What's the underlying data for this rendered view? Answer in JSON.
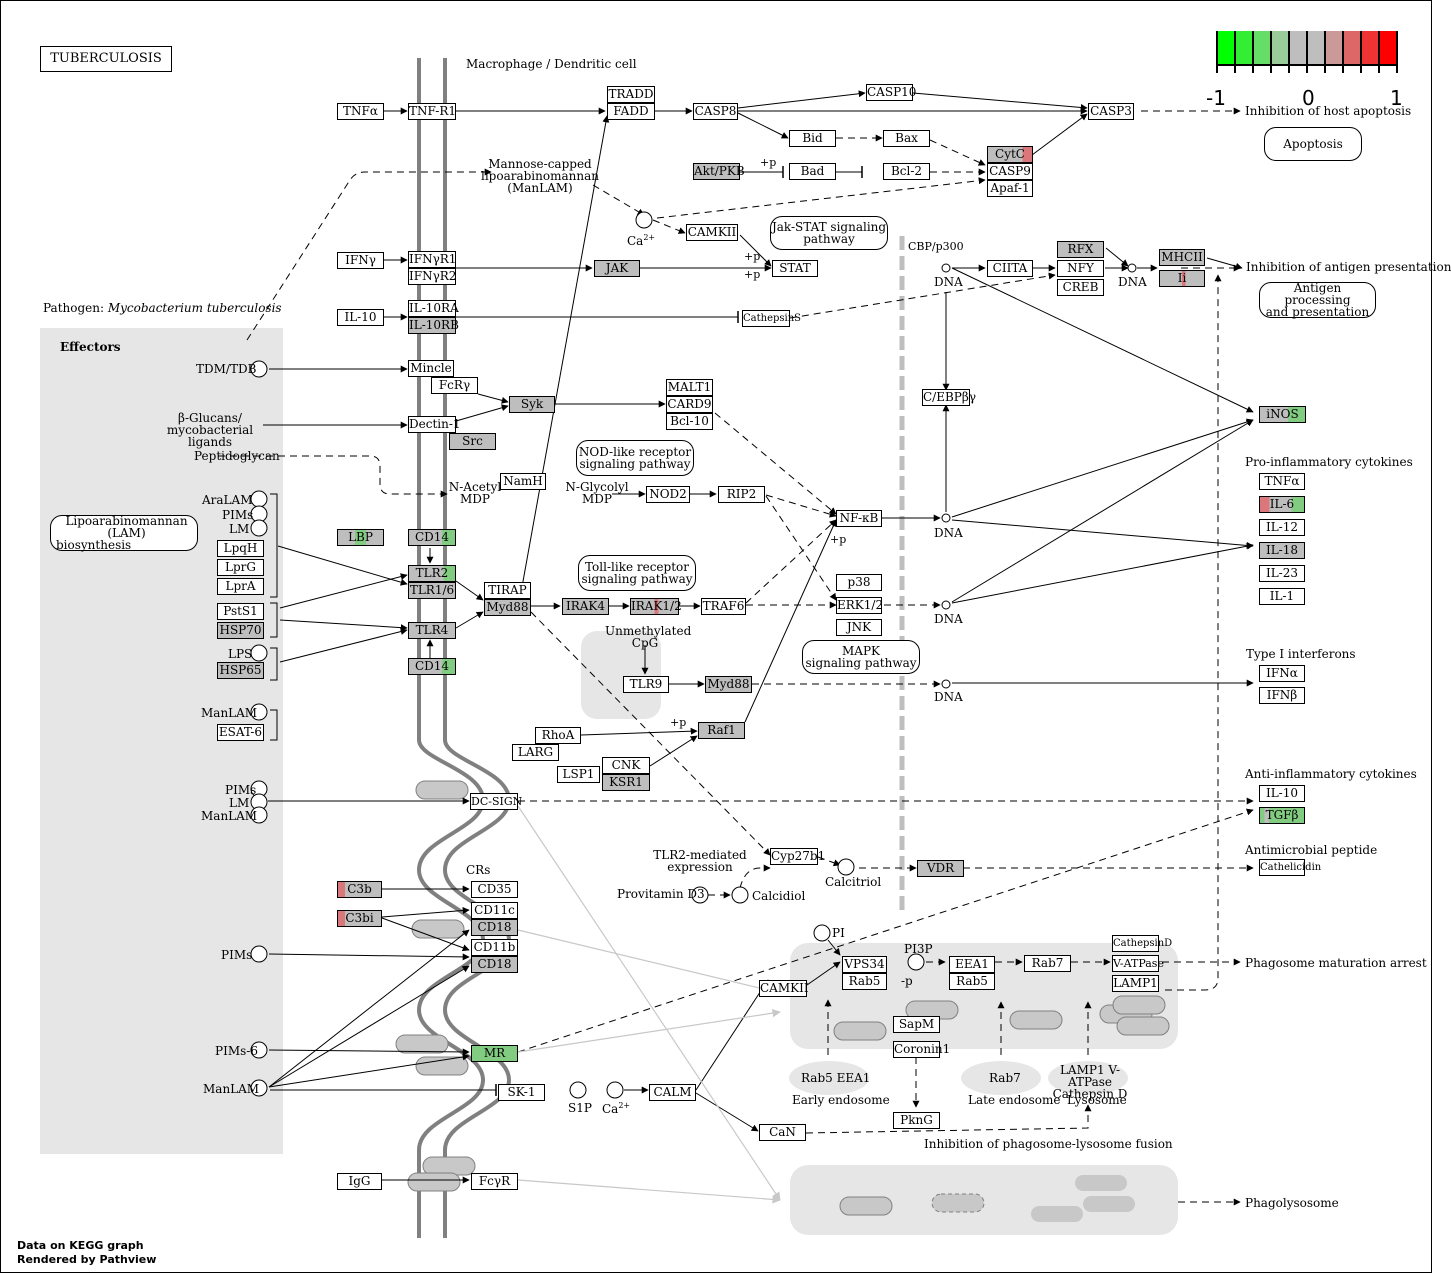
{
  "title": "TUBERCULOSIS",
  "footer": {
    "line1": "Data on KEGG graph",
    "line2": "Rendered by Pathview"
  },
  "legend": {
    "min": "-1",
    "mid": "0",
    "max": "1",
    "colors": [
      "#00ff00",
      "#33ee33",
      "#66dd66",
      "#99cc99",
      "#bebebe",
      "#bebebe",
      "#cc9999",
      "#dd6666",
      "#ee3333",
      "#ff0000"
    ]
  },
  "colors": {
    "gray": "#bebebe",
    "up": "#d9777b",
    "down": "#82cc82",
    "panel": "#e6e6e6",
    "membrane": "#808080"
  },
  "labels": {
    "macrophage": "Macrophage / Dendritic cell",
    "pathogen": "Pathogen: ",
    "pathogen_species": "Mycobacterium tuberculosis",
    "effectors": "Effectors",
    "tdm": "TDM/TDB",
    "glucans_1": "β-Glucans/",
    "glucans_2": "mycobacterial ligands",
    "peptidoglycan": "Peptidoglycan",
    "aralam": "AraLAM",
    "pims1": "PIMs",
    "lm1": "LM",
    "lps": "LPS",
    "manlam1": "ManLAM",
    "pims2": "PIMs",
    "lm2": "LM",
    "manlam2": "ManLAM",
    "pims3": "PIMs",
    "pims6": "PIMs-6",
    "manlam3": "ManLAM",
    "mannose_1": "Mannose-capped",
    "mannose_2": "lipoarabinomannan",
    "mannose_3": "(ManLAM)",
    "ca": "Ca",
    "ca_sup": "2+",
    "ca2": "Ca",
    "nacetyl_1": "N-Acetyl",
    "nacetyl_2": "MDP",
    "nglycolyl_1": "N-Glycolyl",
    "nglycolyl_2": "MDP",
    "unmeth_1": "Unmethylated",
    "unmeth_2": "CpG",
    "dna1": "DNA",
    "dna2": "DNA",
    "dna3": "DNA",
    "dna4": "DNA",
    "dna5": "DNA",
    "dna6": "DNA",
    "crs": "CRs",
    "tlr2_1": "TLR2-mediated",
    "tlr2_2": "expression",
    "provitamin": "Provitamin D3",
    "calcidiol": "Calcidiol",
    "calcitriol": "Calcitriol",
    "pi": "PI",
    "pi3p": "PI3P",
    "minus_p": "-p",
    "plus_p1": "+p",
    "plus_p2": "+p",
    "plus_p3": "+p",
    "plus_p4": "+p",
    "plus_p5": "+p",
    "s1p": "S1P",
    "early_endo": "Early endosome",
    "late_endo": "Late endosome",
    "lysosome": "Lysosome",
    "rab5_eea1": "Rab5  EEA1",
    "rab7": "Rab7",
    "lamp1_1": "LAMP1 V-ATPase",
    "lamp1_2": "Cathepsin D",
    "inhib_fusion": "Inhibition of phagosome-lysosome fusion",
    "inhib_apoptosis": "Inhibition of host apoptosis",
    "inhib_antigen": "Inhibition of antigen presentation",
    "proinflam": "Pro-inflammatory cytokines",
    "type1": "Type I interferons",
    "antiinflam": "Anti-inflammatory cytokines",
    "antimicro": "Antimicrobial peptide",
    "phago_arrest": "Phagosome maturation arrest",
    "phagolysosome": "Phagolysosome"
  },
  "pathways": {
    "apoptosis": "Apoptosis",
    "jakstat_1": "Jak-STAT signaling",
    "jakstat_2": "pathway",
    "antigen_1": "Antigen processing",
    "antigen_2": "and presentation",
    "lam_1": "Lipoarabinomannan (LAM)",
    "lam_2": "biosynthesis",
    "nod_1": "NOD-like receptor",
    "nod_2": "signaling pathway",
    "toll_1": "Toll-like receptor",
    "toll_2": "signaling pathway",
    "mapk_1": "MAPK",
    "mapk_2": "signaling pathway"
  },
  "genes": {
    "tnfa": "TNFα",
    "tnfr1": "TNF-R1",
    "tradd": "TRADD",
    "fadd": "FADD",
    "casp8": "CASP8",
    "casp10": "CASP10",
    "casp3": "CASP3",
    "bid": "Bid",
    "bax": "Bax",
    "cytc": "CytC",
    "casp9": "CASP9",
    "apaf1": "Apaf-1",
    "akt": "Akt/PKB",
    "bad": "Bad",
    "bcl2": "Bcl-2",
    "camkii1": "CAMKII",
    "ifng": "IFNγ",
    "ifnyr1": "IFNγR1",
    "ifnyr2": "IFNγR2",
    "jak": "JAK",
    "stat": "STAT",
    "cbp": "CBP/p300",
    "ciita": "CIITA",
    "rfx": "RFX",
    "nfy": "NFY",
    "creb": "CREB",
    "mhcii": "MHCII",
    "ii": "Ii",
    "il10in": "IL-10",
    "il10ra": "IL-10RA",
    "il10rb": "IL-10RB",
    "cathepsins": "CathepsinS",
    "mincle": "Mincle",
    "fcry": "FcRγ",
    "syk": "Syk",
    "dectin": "Dectin-1",
    "src": "Src",
    "malt1": "MALT1",
    "card9": "CARD9",
    "bcl10": "Bcl-10",
    "cebp": "C/EBPβγ",
    "namh": "NamH",
    "nod2": "NOD2",
    "rip2": "RIP2",
    "nfkb": "NF-κB",
    "inos": "iNOS",
    "lbp": "LBP",
    "cd14a": "CD14",
    "tlr2": "TLR2",
    "tlr16": "TLR1/6",
    "tirap": "TIRAP",
    "myd88a": "Myd88",
    "irak4": "IRAK4",
    "irak12": "IRAK1/2",
    "traf6": "TRAF6",
    "p38": "p38",
    "erk": "ERK1/2",
    "jnk": "JNK",
    "lpqh": "LpqH",
    "lprg": "LprG",
    "lpra": "LprA",
    "psts1": "PstS1",
    "hsp70": "HSP70",
    "hsp65": "HSP65",
    "tlr4": "TLR4",
    "cd14b": "CD14",
    "tlr9": "TLR9",
    "myd88b": "Myd88",
    "esat6": "ESAT-6",
    "rhoa": "RhoA",
    "raf1": "Raf1",
    "larg": "LARG",
    "lsp1": "LSP1",
    "cnk": "CNK",
    "ksr1": "KSR1",
    "dcsign": "DC-SIGN",
    "cyp27b1": "Cyp27b1",
    "vdr": "VDR",
    "c3b": "C3b",
    "c3bi": "C3bi",
    "cd35": "CD35",
    "cd11c": "CD11c",
    "cd18a": "CD18",
    "cd11b": "CD11b",
    "cd18b": "CD18",
    "vps34": "VPS34",
    "rab5a": "Rab5",
    "eea1": "EEA1",
    "rab5b": "Rab5",
    "rab7": "Rab7",
    "cathepsind": "CathepsinD",
    "vatpase": "V-ATPase",
    "lamp1": "LAMP1",
    "camkii2": "CAMKII",
    "sapm": "SapM",
    "coronin": "Coronin1",
    "mr": "MR",
    "sk1": "SK-1",
    "calm": "CALM",
    "can": "CaN",
    "pkng": "PknG",
    "igg": "IgG",
    "fcyr": "FcγR",
    "out_tnfa": "TNFα",
    "out_il6": "IL-6",
    "out_il12": "IL-12",
    "out_il18": "IL-18",
    "out_il23": "IL-23",
    "out_il1": "IL-1",
    "out_ifna": "IFNα",
    "out_ifnb": "IFNβ",
    "out_il10": "IL-10",
    "out_tgfb": "TGFβ",
    "out_cathelicidin": "Cathelicidin"
  }
}
